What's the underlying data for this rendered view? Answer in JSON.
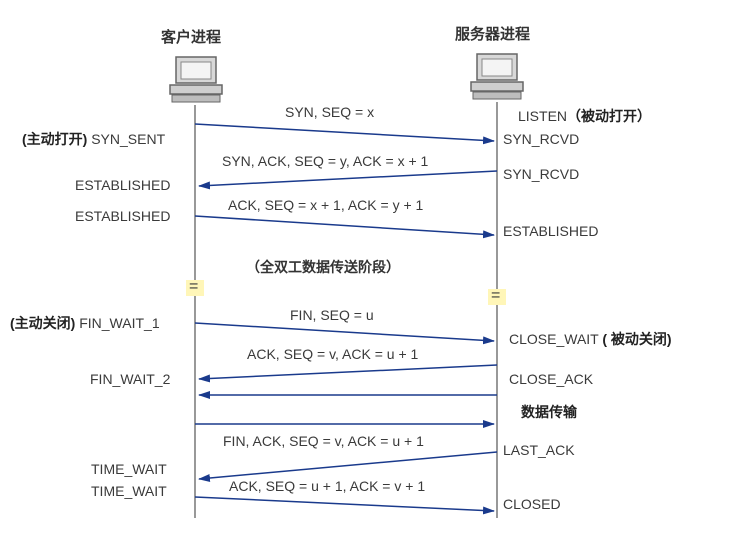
{
  "client": {
    "title": "客户进程",
    "icon": "computer-icon"
  },
  "server": {
    "title": "服务器进程",
    "icon": "computer-icon"
  },
  "phase_label": "（全双工数据传送阶段）",
  "break_marker": "=",
  "messages": [
    {
      "label": "SYN, SEQ = x",
      "direction": "client-to-server"
    },
    {
      "label": "SYN, ACK, SEQ = y, ACK = x + 1",
      "direction": "server-to-client"
    },
    {
      "label": "ACK, SEQ = x + 1, ACK = y + 1",
      "direction": "client-to-server"
    },
    {
      "label": "FIN, SEQ = u",
      "direction": "client-to-server"
    },
    {
      "label": "ACK, SEQ = v, ACK = u + 1",
      "direction": "server-to-client"
    },
    {
      "label": "",
      "direction": "server-to-client"
    },
    {
      "label": "",
      "direction": "client-to-server"
    },
    {
      "label": "FIN, ACK, SEQ = v, ACK = u + 1",
      "direction": "server-to-client"
    },
    {
      "label": "ACK, SEQ = u + 1, ACK = v + 1",
      "direction": "client-to-server"
    }
  ],
  "data_transfer_label": "数据传输",
  "client_states": {
    "active_open_note": "(主动打开)",
    "syn_sent": "SYN_SENT",
    "established_1": "ESTABLISHED",
    "established_2": "ESTABLISHED",
    "active_close_note": "(主动关闭)",
    "fin_wait_1": "FIN_WAIT_1",
    "fin_wait_2": "FIN_WAIT_2",
    "time_wait_1": "TIME_WAIT",
    "time_wait_2": "TIME_WAIT"
  },
  "server_states": {
    "listen": "LISTEN",
    "passive_open_note": "（被动打开）",
    "syn_rcvd_1": "SYN_RCVD",
    "syn_rcvd_2": "SYN_RCVD",
    "established": "ESTABLISHED",
    "close_wait": "CLOSE_WAIT",
    "passive_close_note": "( 被动关闭)",
    "close_ack": "CLOSE_ACK",
    "last_ack": "LAST_ACK",
    "closed": "CLOSED"
  },
  "colors": {
    "arrow": "#1a3a8c",
    "lifeline": "#555555",
    "marker_bg": "#fff6b8"
  }
}
